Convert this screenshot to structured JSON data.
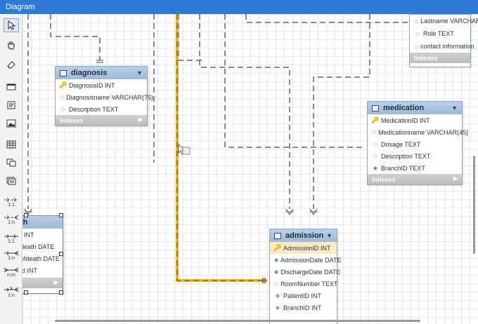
{
  "window": {
    "title": "Diagram"
  },
  "toolbar": {
    "tools": [
      {
        "name": "pointer-icon",
        "glyph": "↖"
      },
      {
        "name": "hand-icon",
        "glyph": "✋"
      },
      {
        "name": "eraser-icon",
        "glyph": "⌫"
      },
      {
        "name": "layer-icon",
        "glyph": "▭"
      },
      {
        "name": "text-icon",
        "glyph": "▤"
      },
      {
        "name": "image-icon",
        "glyph": "▣"
      },
      {
        "name": "table-icon",
        "glyph": "▦"
      },
      {
        "name": "view-icon",
        "glyph": "⧉"
      },
      {
        "name": "routine-group-icon",
        "glyph": "▤"
      }
    ],
    "relations": [
      {
        "name": "relation-1-1-icon",
        "label": "1:1"
      },
      {
        "name": "relation-1-n-icon",
        "label": "1:n"
      },
      {
        "name": "relation-1-1-identifying-icon",
        "label": "1:1"
      },
      {
        "name": "relation-1-n-identifying-icon",
        "label": "1:n"
      },
      {
        "name": "relation-n-m-icon",
        "label": "n:m"
      },
      {
        "name": "relation-1-n-existing-icon",
        "label": "1:n"
      }
    ]
  },
  "entities": {
    "diagnosis": {
      "name": "diagnosis",
      "columns": [
        {
          "text": "DiagnosisID INT",
          "kind": "pk"
        },
        {
          "text": "Diagnosisname VARCHAR(75)",
          "kind": "col"
        },
        {
          "text": "Description TEXT",
          "kind": "col"
        }
      ],
      "indexes": "Indexes"
    },
    "medication": {
      "name": "medication",
      "columns": [
        {
          "text": "MedicationID INT",
          "kind": "pk"
        },
        {
          "text": "Medicationname VARCHAR(45)",
          "kind": "col"
        },
        {
          "text": "Dosage TEXT",
          "kind": "col"
        },
        {
          "text": "Description TEXT",
          "kind": "col"
        },
        {
          "text": "BranchID TEXT",
          "kind": "ok"
        }
      ],
      "indexes": "Indexes"
    },
    "admission": {
      "name": "admission",
      "columns": [
        {
          "text": "AdmissionID INT",
          "kind": "pk"
        },
        {
          "text": "AdmissionDate DATE",
          "kind": "ok"
        },
        {
          "text": "DischargeDate DATE",
          "kind": "ok"
        },
        {
          "text": "RoomNumber TEXT",
          "kind": "col"
        },
        {
          "text": "PatientID INT",
          "kind": "fk"
        },
        {
          "text": "BranchID INT",
          "kind": "fk"
        }
      ]
    },
    "staff_partial": {
      "columns": [
        {
          "text": "Lastname VARCHAR"
        },
        {
          "text": "Role TEXT"
        },
        {
          "text": "contact information"
        }
      ],
      "indexes": "Indexes"
    },
    "death_partial": {
      "name": "th",
      "columns": [
        {
          "text": "I INT"
        },
        {
          "text": "death DATE"
        },
        {
          "text": "ofdeath DATE"
        },
        {
          "text": "id INT"
        }
      ]
    }
  }
}
